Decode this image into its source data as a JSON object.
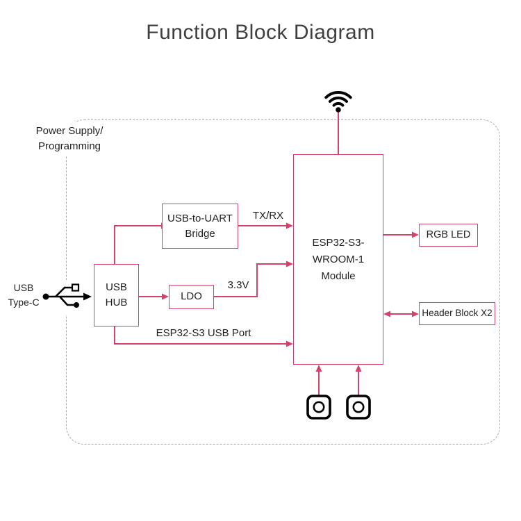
{
  "title": "Function Block Diagram",
  "region": {
    "label": "Power Supply/\nProgramming"
  },
  "blocks": {
    "usb_uart_bridge": "USB-to-UART\nBridge",
    "usb_hub": "USB\nHUB",
    "ldo": "LDO",
    "esp32": "ESP32-S3-\nWROOM-1\nModule",
    "rgb_led": "RGB LED",
    "header_block": "Header Block X2"
  },
  "wire_labels": {
    "tx_rx": "TX/RX",
    "v3_3": "3.3V",
    "esp32_usb_port": "ESP32-S3 USB Port",
    "usb_typec": "USB\nType-C"
  },
  "icons": {
    "wifi": "wifi-icon (three arcs + dot)",
    "usb": "usb-trident-icon",
    "button_left": "push-button-icon",
    "button_right": "push-button-icon"
  },
  "colors": {
    "accent": "#d4426a",
    "ink": "#1f1f1f",
    "dash": "#ababab",
    "title": "#3f3f3f"
  }
}
